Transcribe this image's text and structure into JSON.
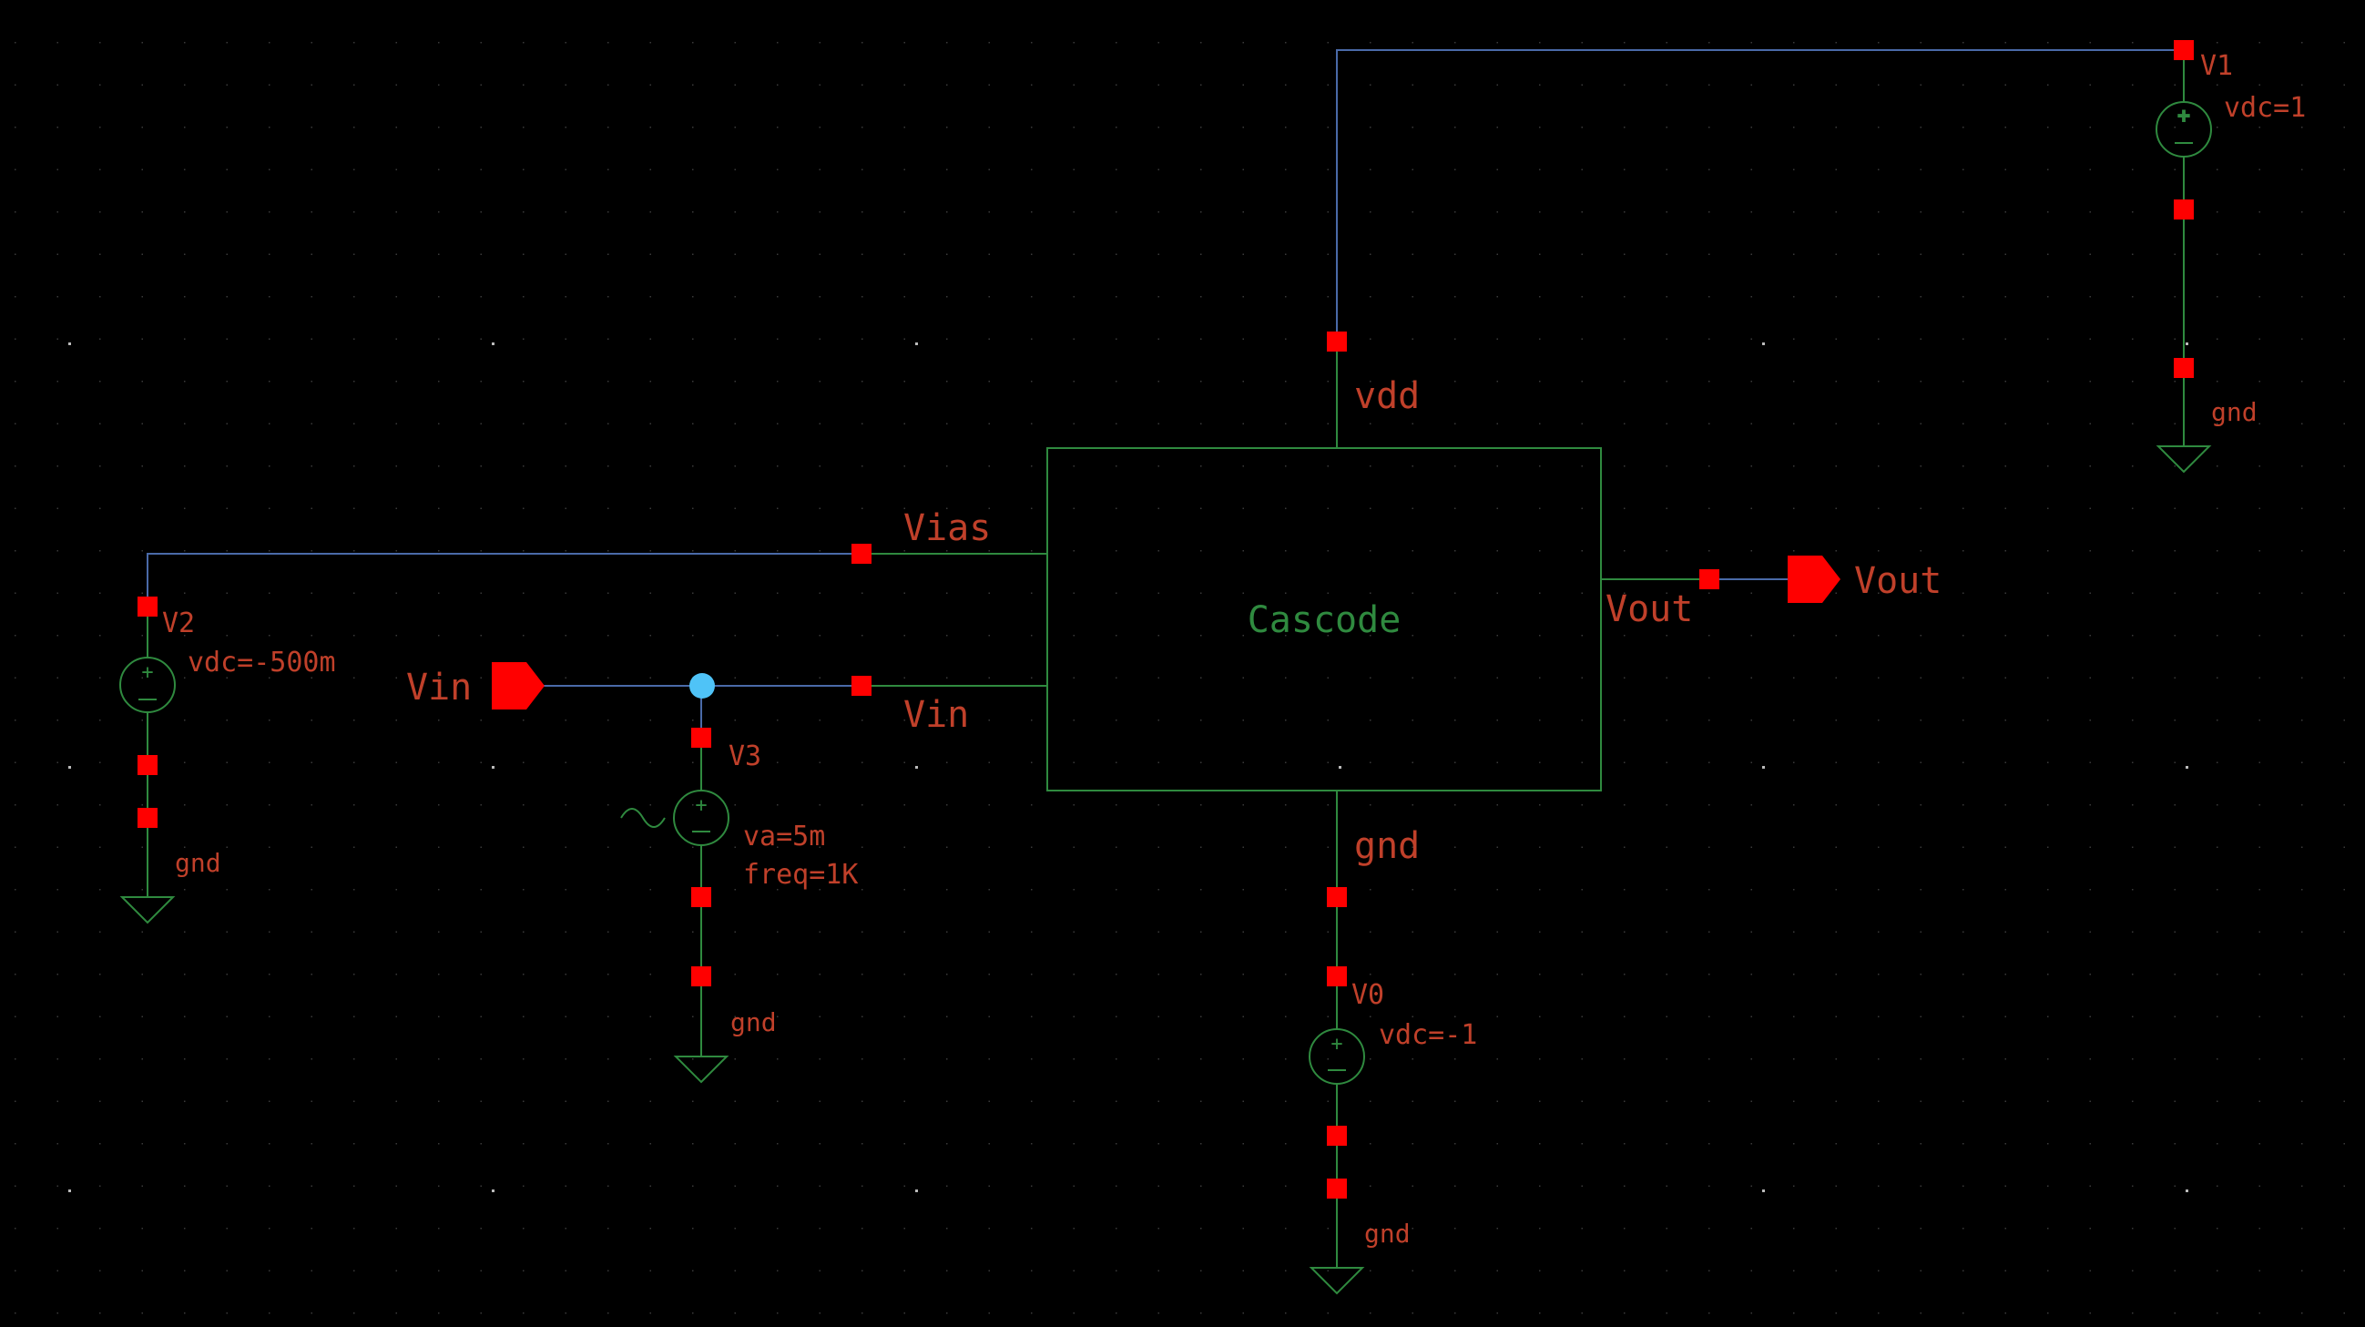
{
  "cell": {
    "name": "Cascode"
  },
  "block_pins": {
    "vdd": "vdd",
    "vias": "Vias",
    "vin": "Vin",
    "vout": "Vout",
    "gnd": "gnd"
  },
  "io_pins": {
    "input": "Vin",
    "output": "Vout"
  },
  "sources": {
    "v1": {
      "name": "V1",
      "param": "vdc=1",
      "gnd": "gnd"
    },
    "v2": {
      "name": "V2",
      "param": "vdc=-500m",
      "gnd": "gnd"
    },
    "v3": {
      "name": "V3",
      "param1": "va=5m",
      "param2": "freq=1K",
      "gnd": "gnd"
    },
    "v0": {
      "name": "V0",
      "param": "vdc=-1",
      "gnd": "gnd"
    }
  },
  "colors": {
    "background": "#000000",
    "wire": "#4a6aa8",
    "symbol": "#2f8a3f",
    "pin": "#ff0000",
    "label": "#c0402a",
    "junction": "#4fc3f7"
  }
}
